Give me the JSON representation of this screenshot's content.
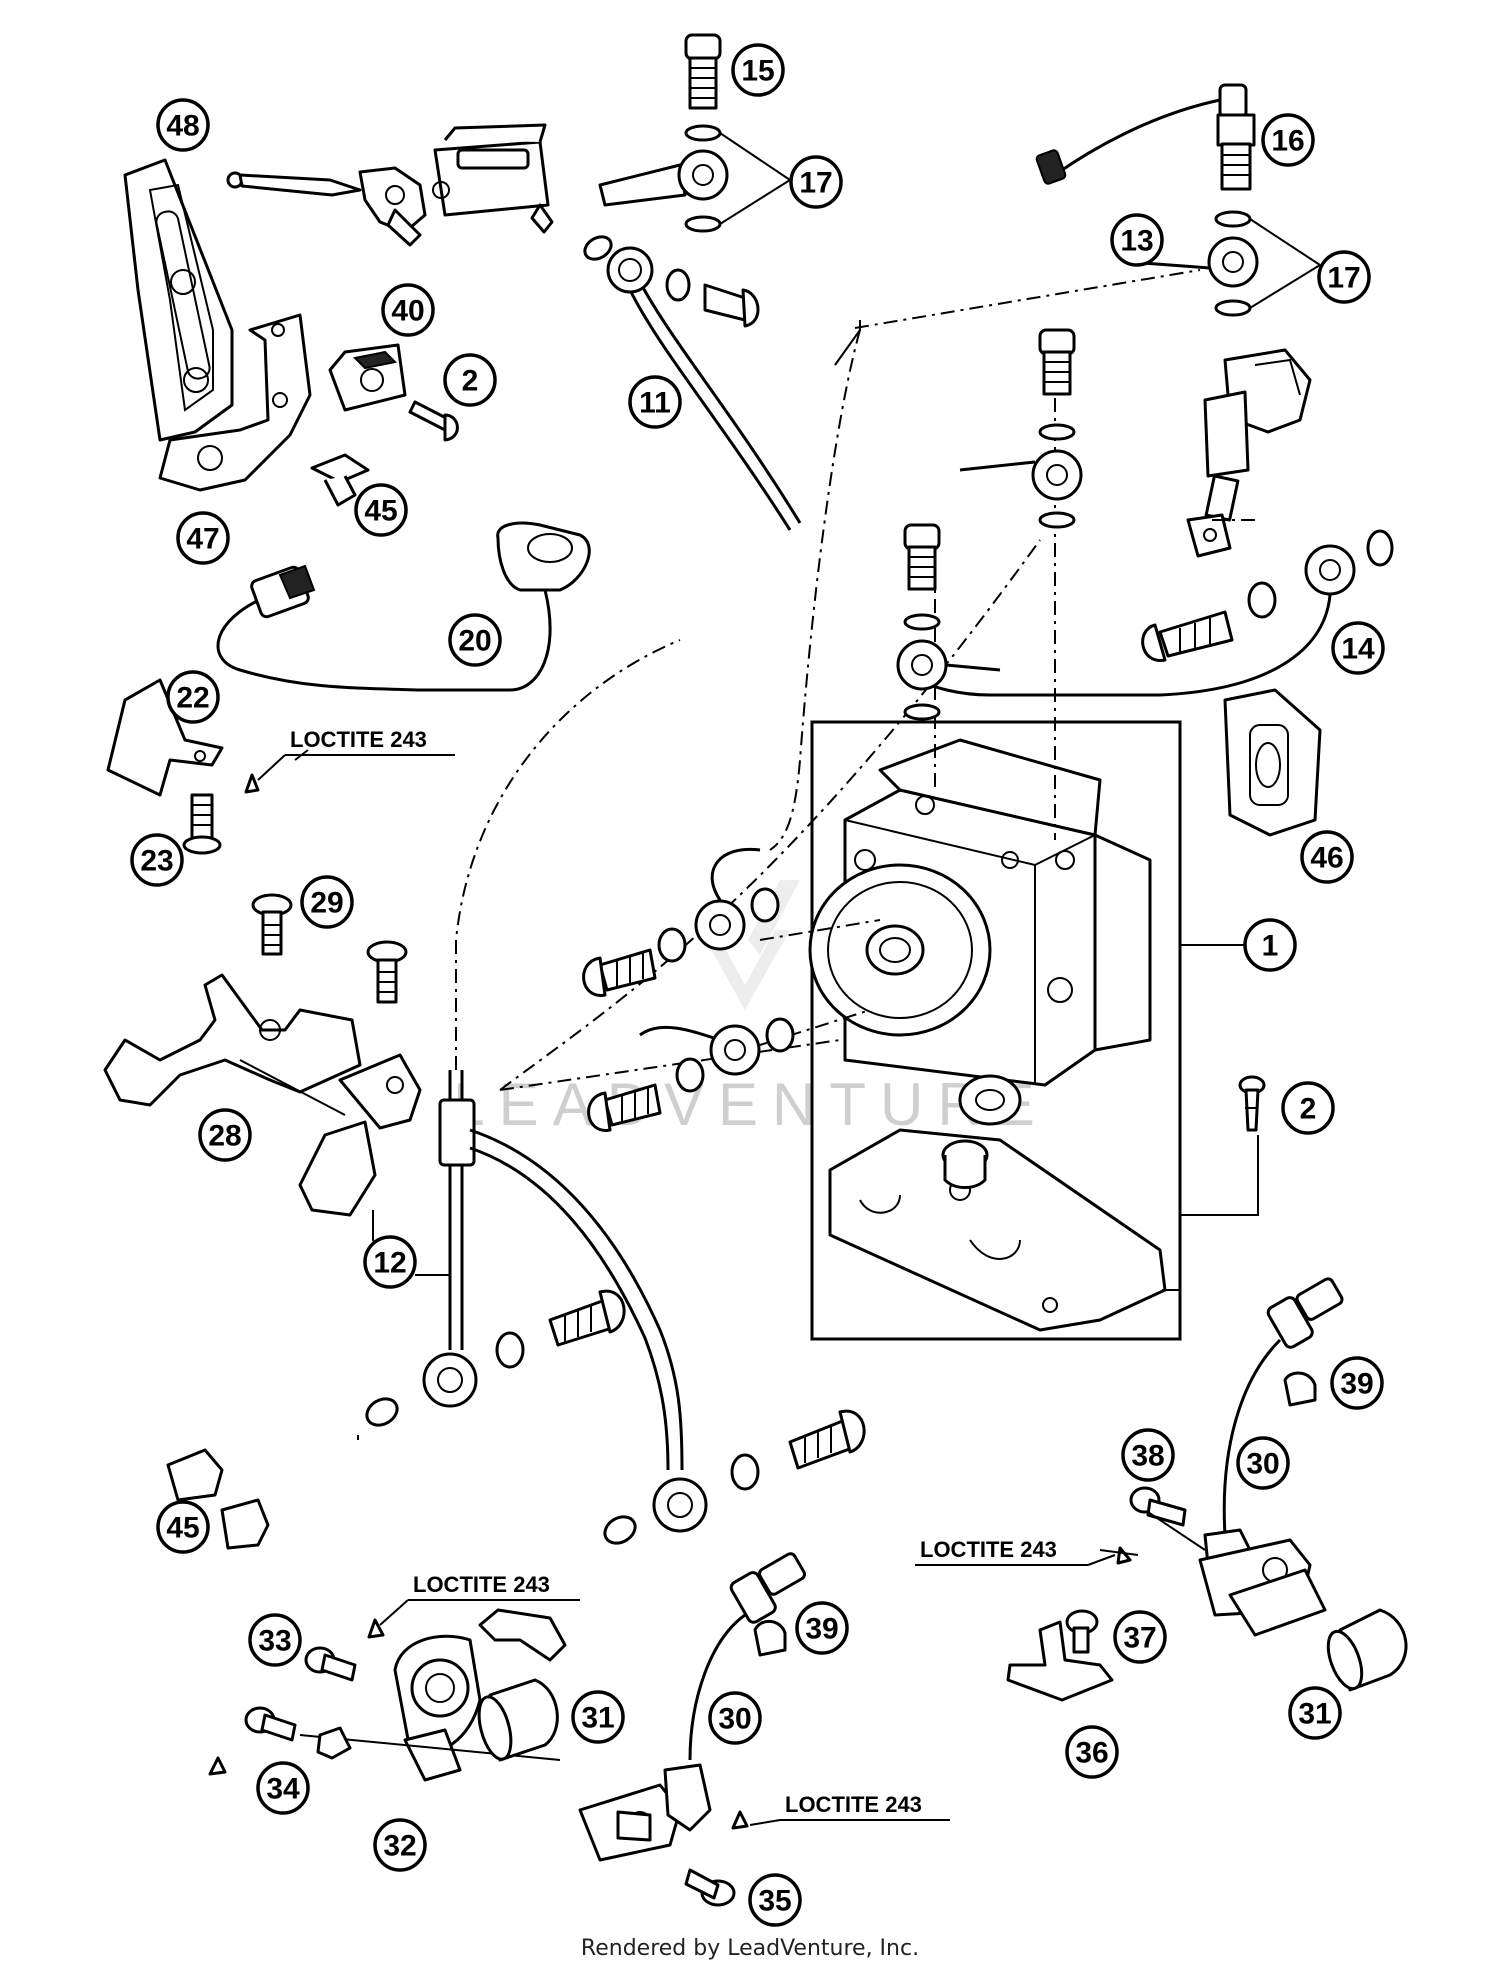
{
  "diagram": {
    "watermark": "LEADVENTURE",
    "footer_credit": "Rendered by LeadVenture, Inc.",
    "notes": [
      {
        "id": "n1",
        "text": "LOCTITE 243"
      },
      {
        "id": "n2",
        "text": "LOCTITE 243"
      },
      {
        "id": "n3",
        "text": "LOCTITE 243"
      },
      {
        "id": "n4",
        "text": "LOCTITE 243"
      }
    ],
    "callouts": [
      {
        "id": "c48",
        "label": "48"
      },
      {
        "id": "c15",
        "label": "15"
      },
      {
        "id": "c17a",
        "label": "17"
      },
      {
        "id": "c16",
        "label": "16"
      },
      {
        "id": "c13",
        "label": "13"
      },
      {
        "id": "c17b",
        "label": "17"
      },
      {
        "id": "c40",
        "label": "40"
      },
      {
        "id": "c2a",
        "label": "2"
      },
      {
        "id": "c11",
        "label": "11"
      },
      {
        "id": "c45a",
        "label": "45"
      },
      {
        "id": "c47",
        "label": "47"
      },
      {
        "id": "c20",
        "label": "20"
      },
      {
        "id": "c14",
        "label": "14"
      },
      {
        "id": "c22",
        "label": "22"
      },
      {
        "id": "c23",
        "label": "23"
      },
      {
        "id": "c46",
        "label": "46"
      },
      {
        "id": "c29",
        "label": "29"
      },
      {
        "id": "c1",
        "label": "1"
      },
      {
        "id": "c2b",
        "label": "2"
      },
      {
        "id": "c28",
        "label": "28"
      },
      {
        "id": "c12",
        "label": "12"
      },
      {
        "id": "c39a",
        "label": "39"
      },
      {
        "id": "c38",
        "label": "38"
      },
      {
        "id": "c30a",
        "label": "30"
      },
      {
        "id": "c45b",
        "label": "45"
      },
      {
        "id": "c33",
        "label": "33"
      },
      {
        "id": "c39b",
        "label": "39"
      },
      {
        "id": "c37",
        "label": "37"
      },
      {
        "id": "c31a",
        "label": "31"
      },
      {
        "id": "c31b",
        "label": "31"
      },
      {
        "id": "c30b",
        "label": "30"
      },
      {
        "id": "c34",
        "label": "34"
      },
      {
        "id": "c36",
        "label": "36"
      },
      {
        "id": "c32",
        "label": "32"
      },
      {
        "id": "c35",
        "label": "35"
      }
    ]
  }
}
